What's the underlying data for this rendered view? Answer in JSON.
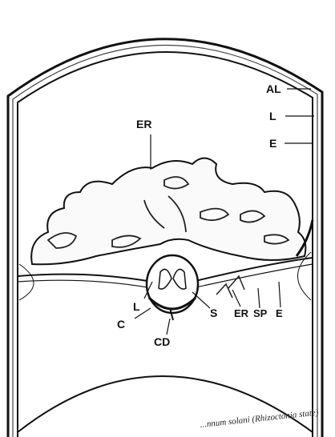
{
  "labels": {
    "al": "AL",
    "l_right": "L",
    "e_right": "E",
    "er_top": "ER",
    "l_left": "L",
    "s": "S",
    "er_bottom": "ER",
    "sp": "SP",
    "e_bottom": "E",
    "c": "C",
    "cd": "CD"
  },
  "caption": "...nnum solani (Rhizoctonia state)"
}
